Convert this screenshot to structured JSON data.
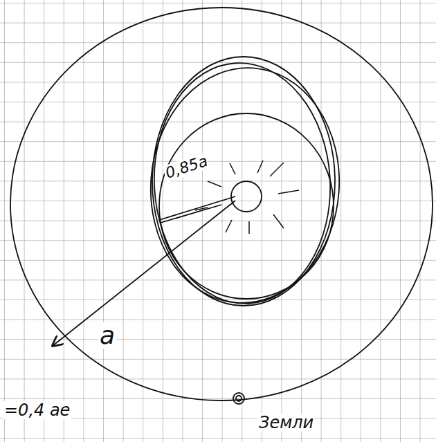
{
  "diagram": {
    "labels": [
      "0,85a",
      "a",
      "=0,4 ае",
      "Земли"
    ]
  }
}
